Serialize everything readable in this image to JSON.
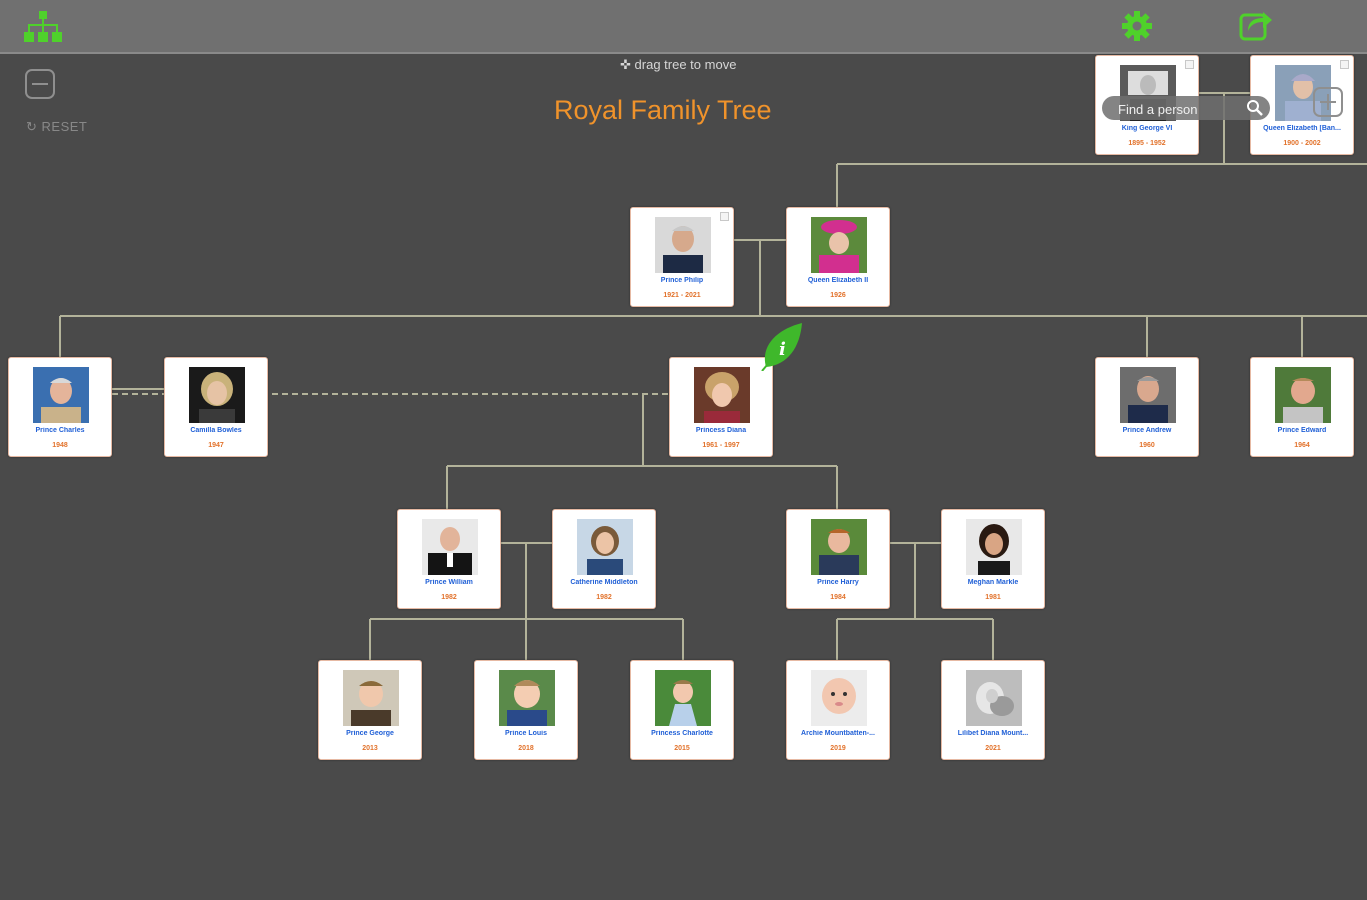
{
  "toolbar": {
    "tree_icon": "tree-structure-icon",
    "settings_icon": "gear-icon",
    "share_icon": "share-icon",
    "accent": "#4fd12b"
  },
  "controls": {
    "reset_label": "RESET",
    "drag_hint": "drag tree to move",
    "search_placeholder": "Find a person"
  },
  "title": "Royal Family Tree",
  "colors": {
    "title": "#f0932b",
    "name": "#1f5fd6",
    "dates": "#e2722b",
    "background": "#4a4a4a",
    "toolbar": "#707070"
  },
  "people": {
    "george6": {
      "name": "King George VI",
      "dates": "1895 - 1952"
    },
    "elizmum": {
      "name": "Queen Elizabeth [Ban...",
      "dates": "1900 - 2002"
    },
    "philip": {
      "name": "Prince Philip",
      "dates": "1921 - 2021"
    },
    "elizabeth2": {
      "name": "Queen Elizabeth II",
      "dates": "1926"
    },
    "charles": {
      "name": "Prince Charles",
      "dates": "1948"
    },
    "camilla": {
      "name": "Camilla Bowles",
      "dates": "1947"
    },
    "diana": {
      "name": "Princess Diana",
      "dates": "1961 - 1997"
    },
    "andrew": {
      "name": "Prince Andrew",
      "dates": "1960"
    },
    "edward": {
      "name": "Prince Edward",
      "dates": "1964"
    },
    "william": {
      "name": "Prince William",
      "dates": "1982"
    },
    "catherine": {
      "name": "Catherine Middleton",
      "dates": "1982"
    },
    "harry": {
      "name": "Prince Harry",
      "dates": "1984"
    },
    "meghan": {
      "name": "Meghan Markle",
      "dates": "1981"
    },
    "george": {
      "name": "Prince George",
      "dates": "2013"
    },
    "louis": {
      "name": "Prince Louis",
      "dates": "2018"
    },
    "charlotte": {
      "name": "Princess Charlotte",
      "dates": "2015"
    },
    "archie": {
      "name": "Archie Mountbatten-...",
      "dates": "2019"
    },
    "lilibet": {
      "name": "Lilibet Diana Mount...",
      "dates": "2021"
    }
  }
}
